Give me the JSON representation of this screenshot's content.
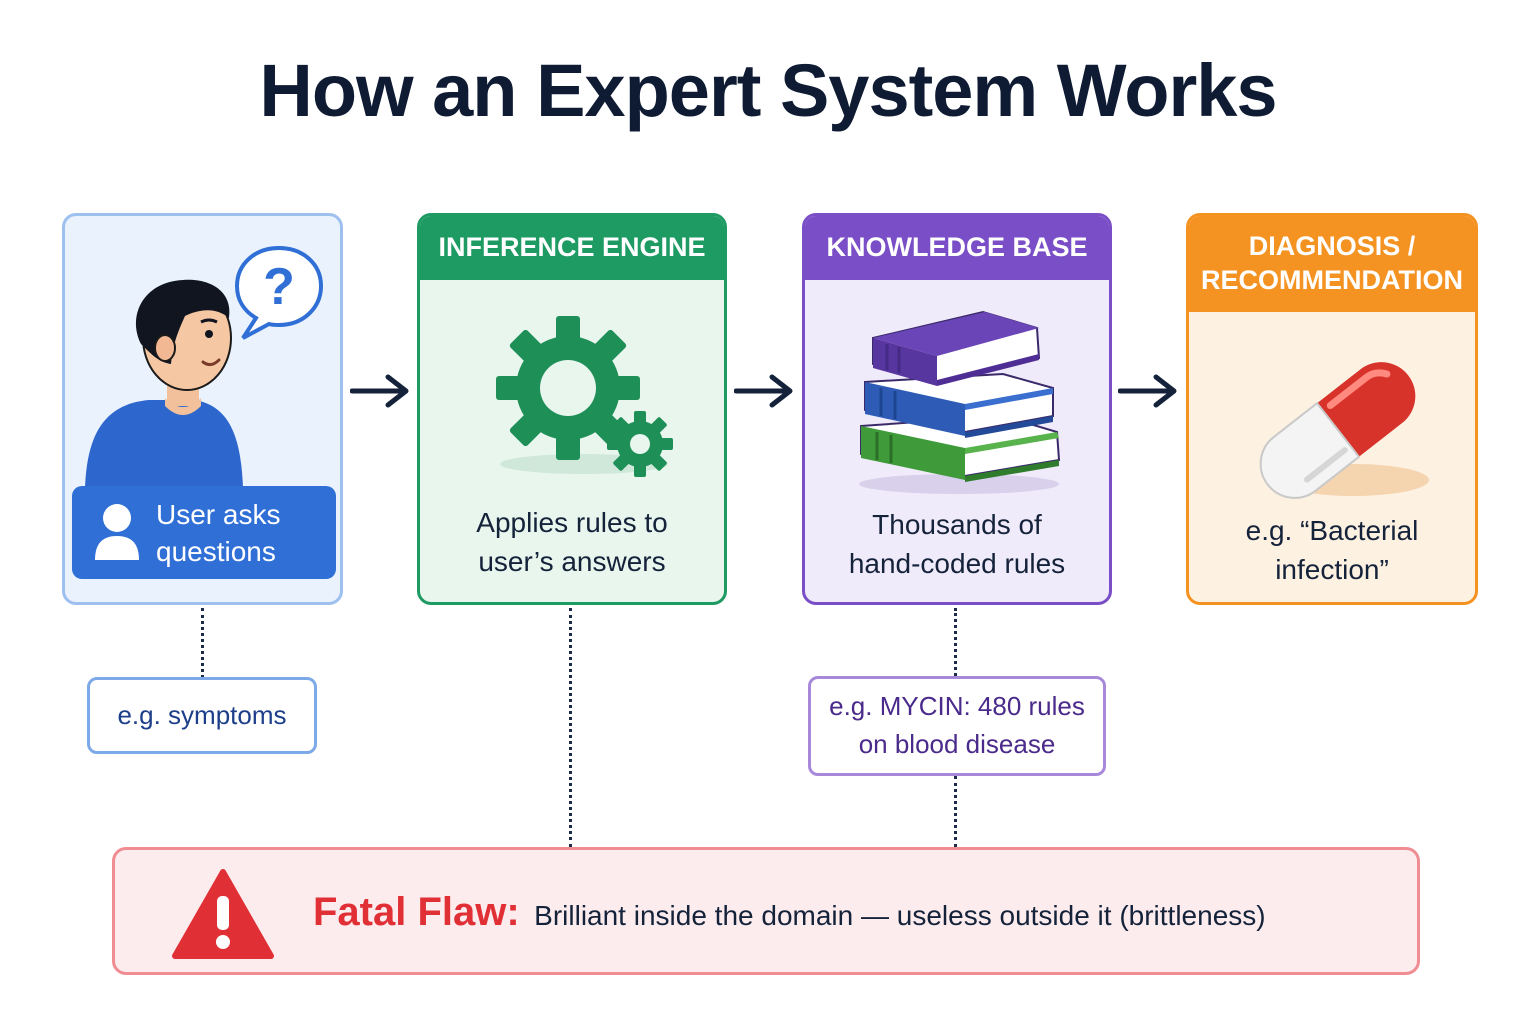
{
  "title": "How an Expert System Works",
  "steps": {
    "user": {
      "badge_label": "User asks questions",
      "badge_line1": "User asks",
      "badge_line2": "questions",
      "note": "e.g. symptoms"
    },
    "inference": {
      "header": "INFERENCE ENGINE",
      "desc_line1": "Applies rules to",
      "desc_line2": "user’s answers"
    },
    "knowledge": {
      "header": "KNOWLEDGE BASE",
      "desc_line1": "Thousands of",
      "desc_line2": "hand-coded rules",
      "note_line1": "e.g. MYCIN: 480 rules",
      "note_line2": "on blood disease"
    },
    "diagnosis": {
      "header_line1": "DIAGNOSIS /",
      "header_line2": "RECOMMENDATION",
      "desc_line1": "e.g. “Bacterial",
      "desc_line2": "infection”"
    }
  },
  "flaw": {
    "label": "Fatal Flaw:",
    "text": "Brilliant inside the domain — useless outside it (brittleness)"
  },
  "icons": [
    "question-bubble-icon",
    "person-icon",
    "user-icon",
    "gear-icon",
    "books-icon",
    "pill-icon",
    "arrow-right-icon",
    "warning-icon"
  ],
  "colors": {
    "user": "#2f6fd6",
    "inference": "#1e9a63",
    "knowledge": "#7a4ec7",
    "diagnosis": "#f59322",
    "flaw": "#e02f35",
    "text": "#0f1b33"
  }
}
